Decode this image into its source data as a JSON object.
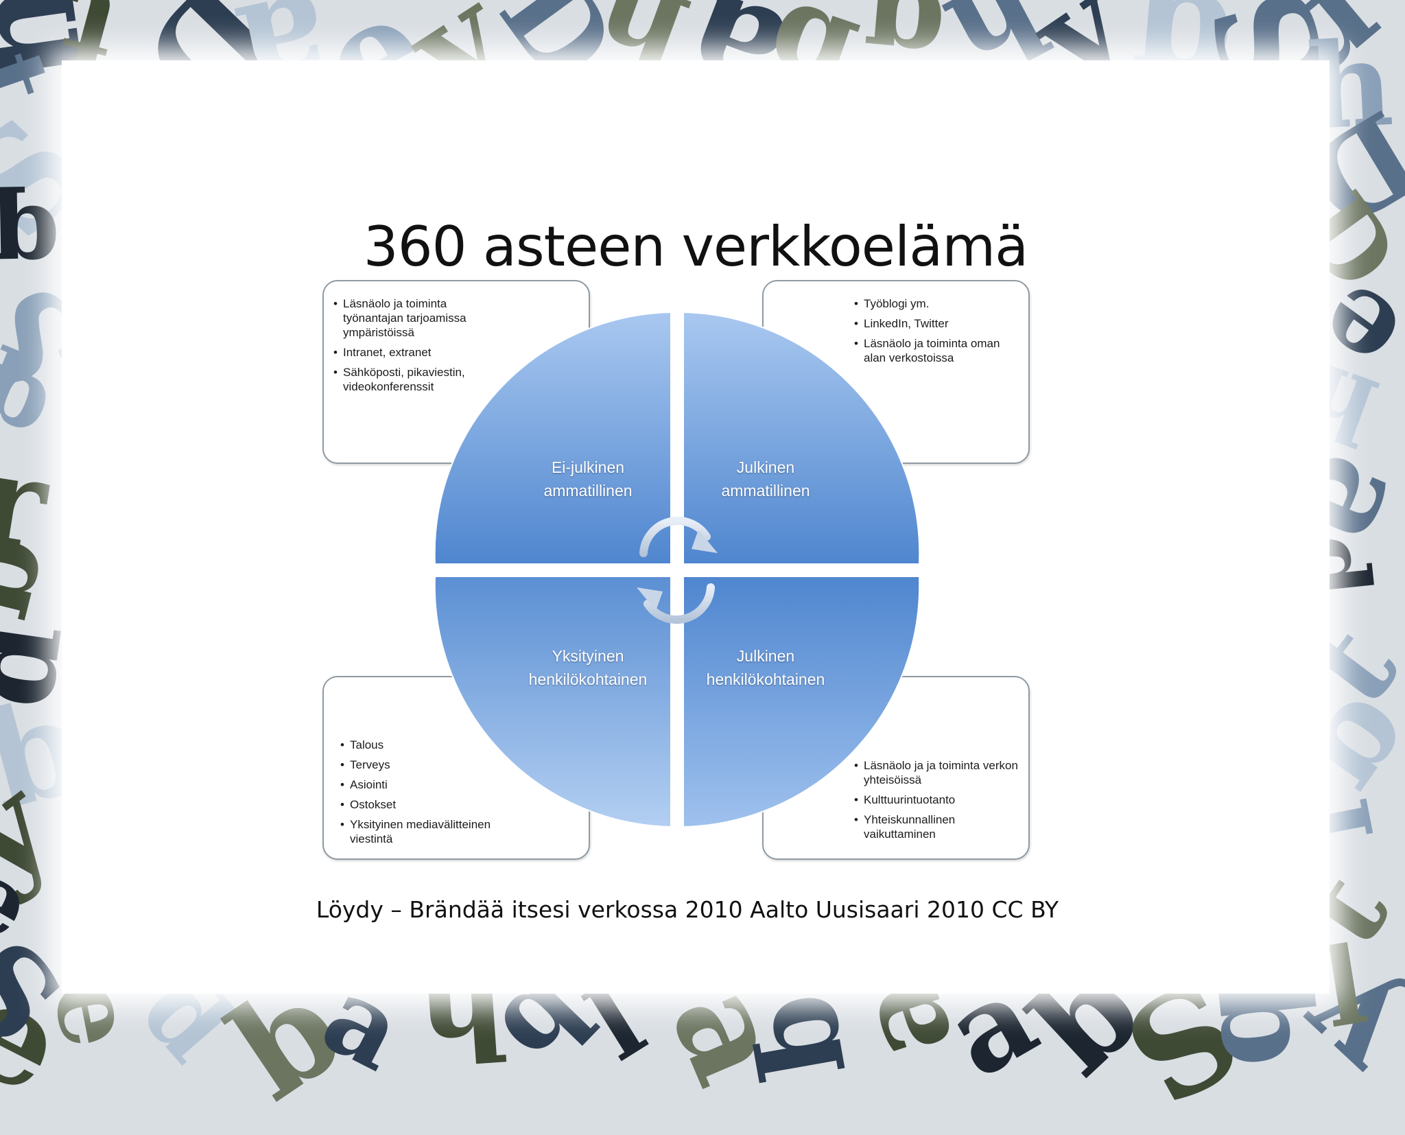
{
  "slide": {
    "title": "360 asteen verkkoelämä",
    "caption": "Löydy – Brändää itsesi verkossa 2010 Aalto Uusisaari 2010 CC BY"
  },
  "quadrants": {
    "top_left": {
      "label": [
        "Ei-julkinen",
        "ammatillinen"
      ],
      "items": [
        "Läsnäolo ja toiminta työnantajan tarjoamissa ympäristöissä",
        "Intranet, extranet",
        "Sähköposti, pikaviestin, videokonferenssit"
      ]
    },
    "top_right": {
      "label": [
        "Julkinen",
        "ammatillinen"
      ],
      "items": [
        "Työblogi ym.",
        "LinkedIn, Twitter",
        "Läsnäolo ja toiminta oman alan verkostoissa"
      ]
    },
    "bottom_left": {
      "label": [
        "Yksityinen",
        "henkilökohtainen"
      ],
      "items": [
        "Talous",
        "Terveys",
        "Asiointi",
        "Ostokset",
        "Yksityinen mediavälitteinen viestintä"
      ]
    },
    "bottom_right": {
      "label": [
        "Julkinen",
        "henkilökohtainen"
      ],
      "items": [
        "Läsnäolo ja ja toiminta verkon yhteisöissä",
        "Kulttuurintuotanto",
        "Yhteiskunnallinen vaikuttaminen"
      ]
    }
  },
  "colors": {
    "quadrant_light": "#a9c8f0",
    "quadrant_dark": "#4f86cf",
    "box_border": "#8f9aa3"
  }
}
